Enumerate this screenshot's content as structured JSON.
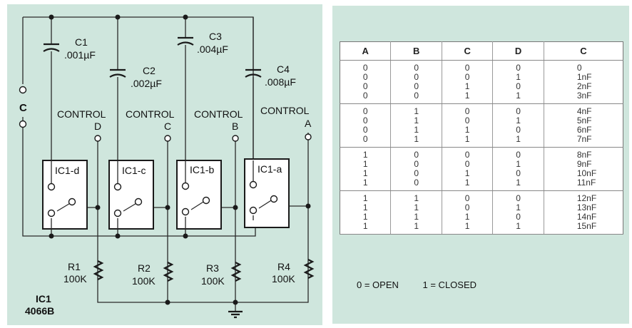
{
  "schematic": {
    "terminal_label": "C",
    "ic_label": "IC1",
    "ic_part": "4066B",
    "ground_symbol": "ground-icon",
    "capacitors": [
      {
        "name": "C1",
        "value": ".001µF"
      },
      {
        "name": "C2",
        "value": ".002µF"
      },
      {
        "name": "C3",
        "value": ".004µF"
      },
      {
        "name": "C4",
        "value": ".008µF"
      }
    ],
    "controls": [
      {
        "label": "CONTROL",
        "letter": "D"
      },
      {
        "label": "CONTROL",
        "letter": "C"
      },
      {
        "label": "CONTROL",
        "letter": "B"
      },
      {
        "label": "CONTROL",
        "letter": "A"
      }
    ],
    "switches": [
      "IC1-d",
      "IC1-c",
      "IC1-b",
      "IC1-a"
    ],
    "resistors": [
      {
        "name": "R1",
        "value": "100K"
      },
      {
        "name": "R2",
        "value": "100K"
      },
      {
        "name": "R3",
        "value": "100K"
      },
      {
        "name": "R4",
        "value": "100K"
      }
    ]
  },
  "truth_table": {
    "headers": [
      "A",
      "B",
      "C",
      "D",
      "C"
    ],
    "rows": [
      [
        "0",
        "0",
        "0",
        "0",
        "0"
      ],
      [
        "0",
        "0",
        "0",
        "1",
        "1nF"
      ],
      [
        "0",
        "0",
        "1",
        "0",
        "2nF"
      ],
      [
        "0",
        "0",
        "1",
        "1",
        "3nF"
      ],
      [
        "0",
        "1",
        "0",
        "0",
        "4nF"
      ],
      [
        "0",
        "1",
        "0",
        "1",
        "5nF"
      ],
      [
        "0",
        "1",
        "1",
        "0",
        "6nF"
      ],
      [
        "0",
        "1",
        "1",
        "1",
        "7nF"
      ],
      [
        "1",
        "0",
        "0",
        "0",
        "8nF"
      ],
      [
        "1",
        "0",
        "0",
        "1",
        "9nF"
      ],
      [
        "1",
        "0",
        "1",
        "0",
        "10nF"
      ],
      [
        "1",
        "0",
        "1",
        "1",
        "11nF"
      ],
      [
        "1",
        "1",
        "0",
        "0",
        "12nF"
      ],
      [
        "1",
        "1",
        "0",
        "1",
        "13nF"
      ],
      [
        "1",
        "1",
        "1",
        "0",
        "14nF"
      ],
      [
        "1",
        "1",
        "1",
        "1",
        "15nF"
      ]
    ],
    "legend": [
      "0 = OPEN",
      "1 = CLOSED"
    ]
  }
}
